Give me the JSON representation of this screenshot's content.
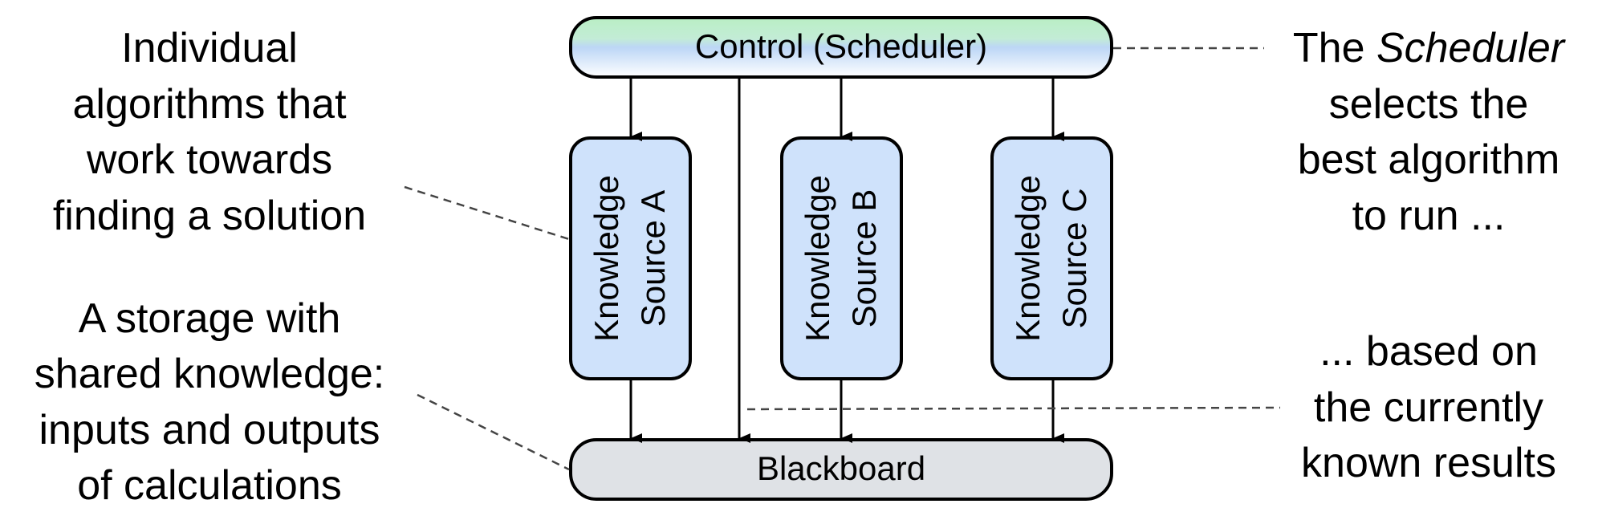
{
  "control": {
    "label": "Control (Scheduler)"
  },
  "knowledge_sources": [
    {
      "line1": "Knowledge",
      "line2": "Source A"
    },
    {
      "line1": "Knowledge",
      "line2": "Source B"
    },
    {
      "line1": "Knowledge",
      "line2": "Source C"
    }
  ],
  "blackboard": {
    "label": "Blackboard"
  },
  "notes": {
    "algorithms": [
      "Individual",
      "algorithms that",
      "work towards",
      "finding a solution"
    ],
    "storage": [
      "A storage with",
      "shared knowledge:",
      "inputs and outputs",
      "of calculations"
    ],
    "scheduler": {
      "prefix": "The ",
      "emphasis": "Scheduler",
      "lines": [
        "selects the",
        "best algorithm",
        "to run ..."
      ]
    },
    "results": [
      "... based on",
      "the currently",
      "known results"
    ]
  },
  "colors": {
    "knowledge_fill": "#cfe2fb",
    "blackboard_fill": "#dfe2e6",
    "control_top": "#b9efc4",
    "control_mid": "#bcd6f6",
    "control_bottom": "#ffffff"
  }
}
